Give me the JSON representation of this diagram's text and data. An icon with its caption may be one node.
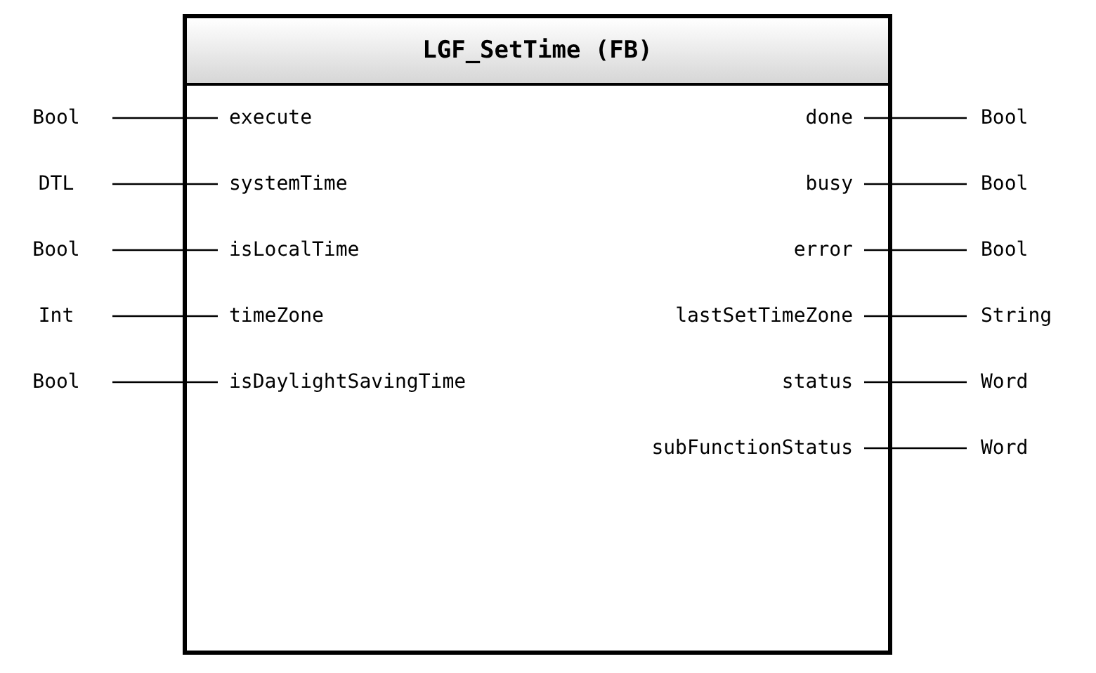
{
  "diagram": {
    "nodes": [
      {
        "text": [
          "LGF_SetTime (FB)"
        ]
      },
      {
        "text": [
          "execute"
        ],
        "in": 0
      },
      {
        "text": [
          "systemTime"
        ],
        "in": 0
      },
      {
        "text": [
          "isLocalTime"
        ],
        "in": 0
      },
      {
        "text": [
          "timeZone"
        ],
        "in": 0
      },
      {
        "text": [
          "isDaylightSavingTime"
        ],
        "in": 0
      },
      {
        "text": [
          "done"
        ],
        "in": 0
      },
      {
        "text": [
          "busy"
        ],
        "in": 0
      },
      {
        "text": [
          "error"
        ],
        "in": 0
      },
      {
        "text": [
          "lastSetTimeZone"
        ],
        "in": 0
      },
      {
        "text": [
          "status"
        ],
        "in": 0
      },
      {
        "text": [
          "subFunctionStatus"
        ],
        "in": 0
      },
      {
        "text": [
          "Bool"
        ]
      },
      {
        "text": [
          "DTL"
        ]
      },
      {
        "text": [
          "Bool"
        ]
      },
      {
        "text": [
          "Int"
        ]
      },
      {
        "text": [
          "Bool"
        ]
      },
      {
        "text": [
          "Bool"
        ]
      },
      {
        "text": [
          "Bool"
        ]
      },
      {
        "text": [
          "Bool"
        ]
      },
      {
        "text": [
          "String"
        ]
      },
      {
        "text": [
          "Word"
        ]
      },
      {
        "text": [
          "Word"
        ]
      }
    ],
    "edges": [
      {
        "from": 12,
        "to": 1,
        "arrow": "none"
      },
      {
        "from": 13,
        "to": 2,
        "arrow": "none"
      },
      {
        "from": 14,
        "to": 3,
        "arrow": "none"
      },
      {
        "from": 15,
        "to": 4,
        "arrow": "none"
      },
      {
        "from": 16,
        "to": 5,
        "arrow": "none"
      },
      {
        "from": 6,
        "to": 17,
        "arrow": "none"
      },
      {
        "from": 7,
        "to": 18,
        "arrow": "none"
      },
      {
        "from": 8,
        "to": 19,
        "arrow": "none"
      },
      {
        "from": 9,
        "to": 20,
        "arrow": "none"
      },
      {
        "from": 10,
        "to": 21,
        "arrow": "none"
      },
      {
        "from": 11,
        "to": 22,
        "arrow": "none"
      }
    ]
  }
}
